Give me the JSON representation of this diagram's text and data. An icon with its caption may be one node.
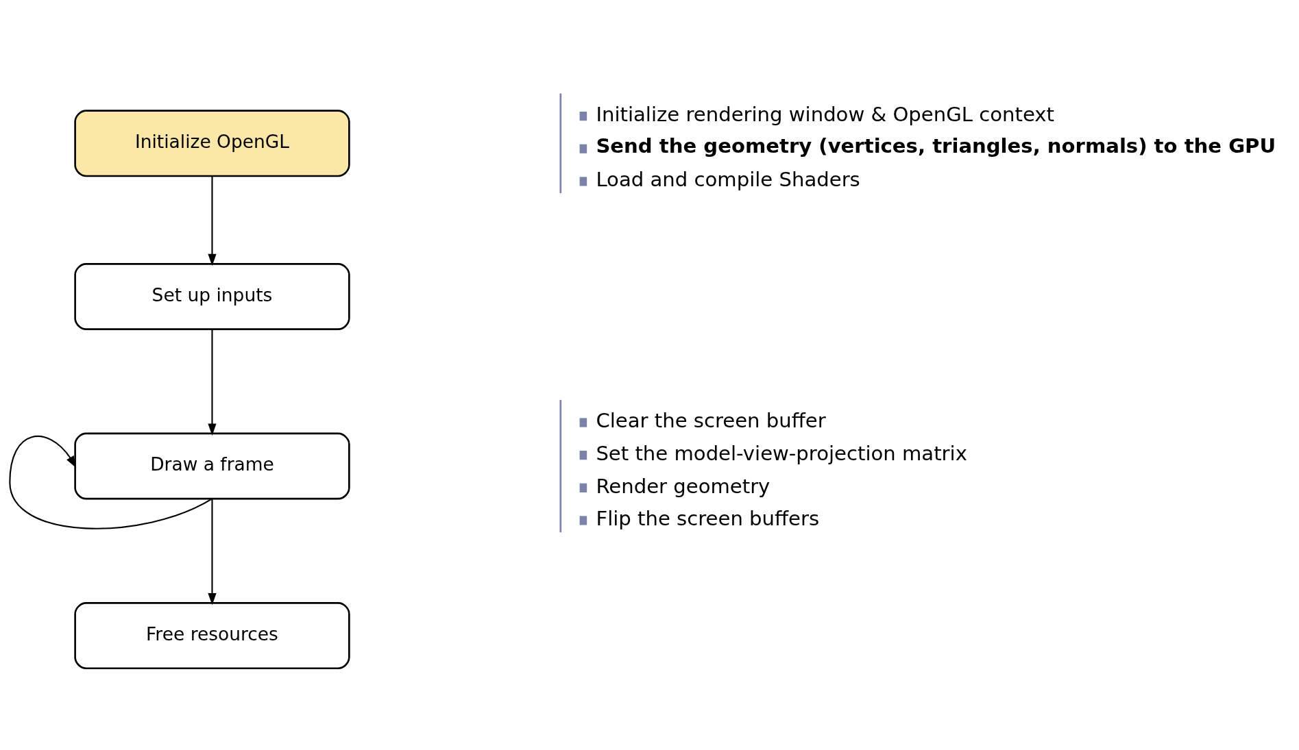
{
  "diagram": {
    "nodes": [
      {
        "text": [
          "Initialize OpenGL"
        ],
        "beside": [
          "Initialize rendering window & OpenGL context",
          "Send the geometry (vertices, triangles, normals) to the GPU",
          "Load and compile Shaders"
        ]
      },
      {
        "text": [
          "Set up inputs"
        ]
      },
      {
        "text": [
          "Draw a frame"
        ],
        "beside": [
          "Clear the screen buffer",
          "Set the model-view-projection matrix",
          "Render geometry",
          "Flip the screen buffers"
        ]
      },
      {
        "text": [
          "Free resources"
        ]
      }
    ],
    "edges": [
      {
        "from": 0,
        "to": 1,
        "arrow": "to"
      },
      {
        "from": 1,
        "to": 2,
        "arrow": "to"
      },
      {
        "from": 2,
        "to": 2,
        "arrow": "to"
      },
      {
        "from": 2,
        "to": 3,
        "arrow": "to"
      }
    ]
  }
}
